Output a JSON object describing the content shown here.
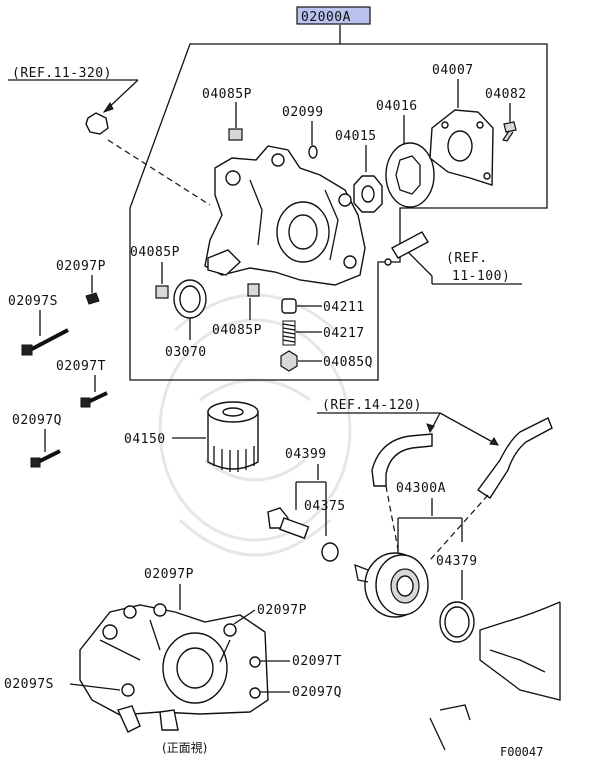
{
  "labels": {
    "main": "02000A",
    "ref_11_320": "(REF.11-320)",
    "p04085P_top": "04085P",
    "p02099": "02099",
    "p04016": "04016",
    "p04007": "04007",
    "p04082": "04082",
    "p04015": "04015",
    "ref_11_100_a": "(REF.",
    "ref_11_100_b": "11-100)",
    "p02097P_left": "02097P",
    "p02097S_left": "02097S",
    "p04085P_mid": "04085P",
    "p04085P_low": "04085P",
    "p03070": "03070",
    "p04211": "04211",
    "p04217": "04217",
    "p04085Q": "04085Q",
    "p02097T_left": "02097T",
    "p02097Q_left": "02097Q",
    "ref_14_120": "(REF.14-120)",
    "p04150": "04150",
    "p04399": "04399",
    "p04375": "04375",
    "p04300A": "04300A",
    "p04379": "04379",
    "v02097P_a": "02097P",
    "v02097P_b": "02097P",
    "v02097T": "02097T",
    "v02097S": "02097S",
    "v02097Q": "02097Q",
    "front_view": "(正面視)",
    "figure_id": "F00047"
  },
  "colors": {
    "highlight": "#b9c3ee",
    "ink": "#111111"
  }
}
